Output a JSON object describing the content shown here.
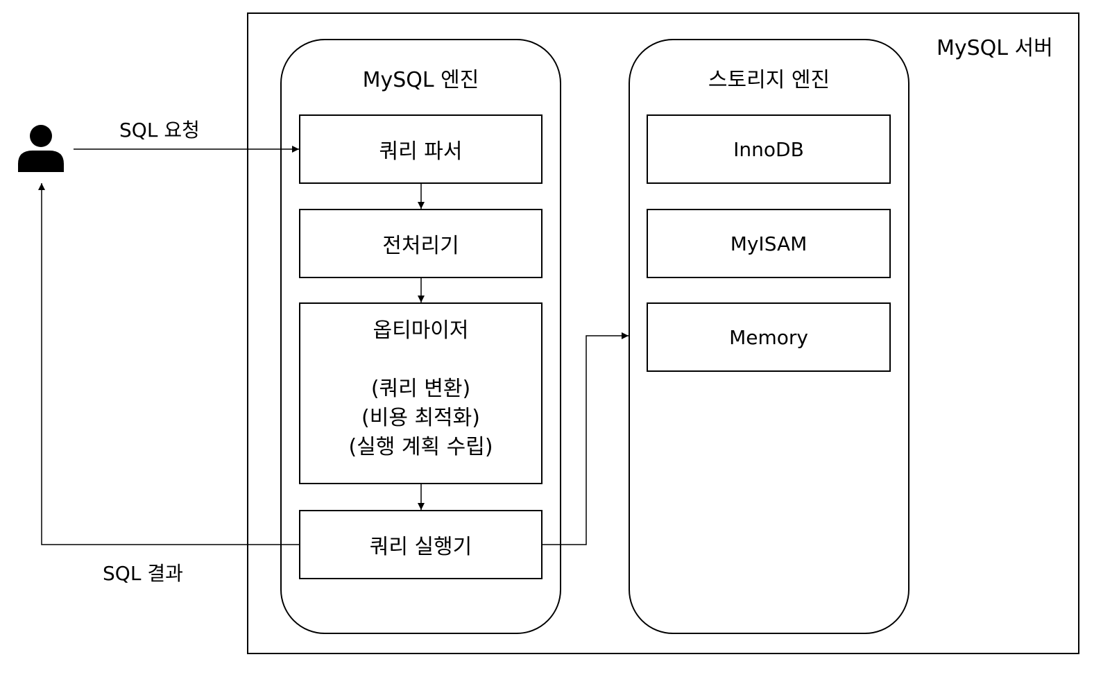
{
  "server_title": "MySQL 서버",
  "mysql_engine": {
    "title": "MySQL 엔진",
    "boxes": {
      "parser": "쿼리 파서",
      "preprocessor": "전처리기",
      "optimizer_title": "옵티마이저",
      "optimizer_lines": [
        "(쿼리 변환)",
        "(비용 최적화)",
        "(실행 계획 수립)"
      ],
      "executor": "쿼리 실행기"
    }
  },
  "storage_engine": {
    "title": "스토리지 엔진",
    "engines": [
      "InnoDB",
      "MyISAM",
      "Memory"
    ]
  },
  "user": {
    "icon": "user-icon",
    "request_label": "SQL 요청",
    "result_label": "SQL 결과"
  }
}
